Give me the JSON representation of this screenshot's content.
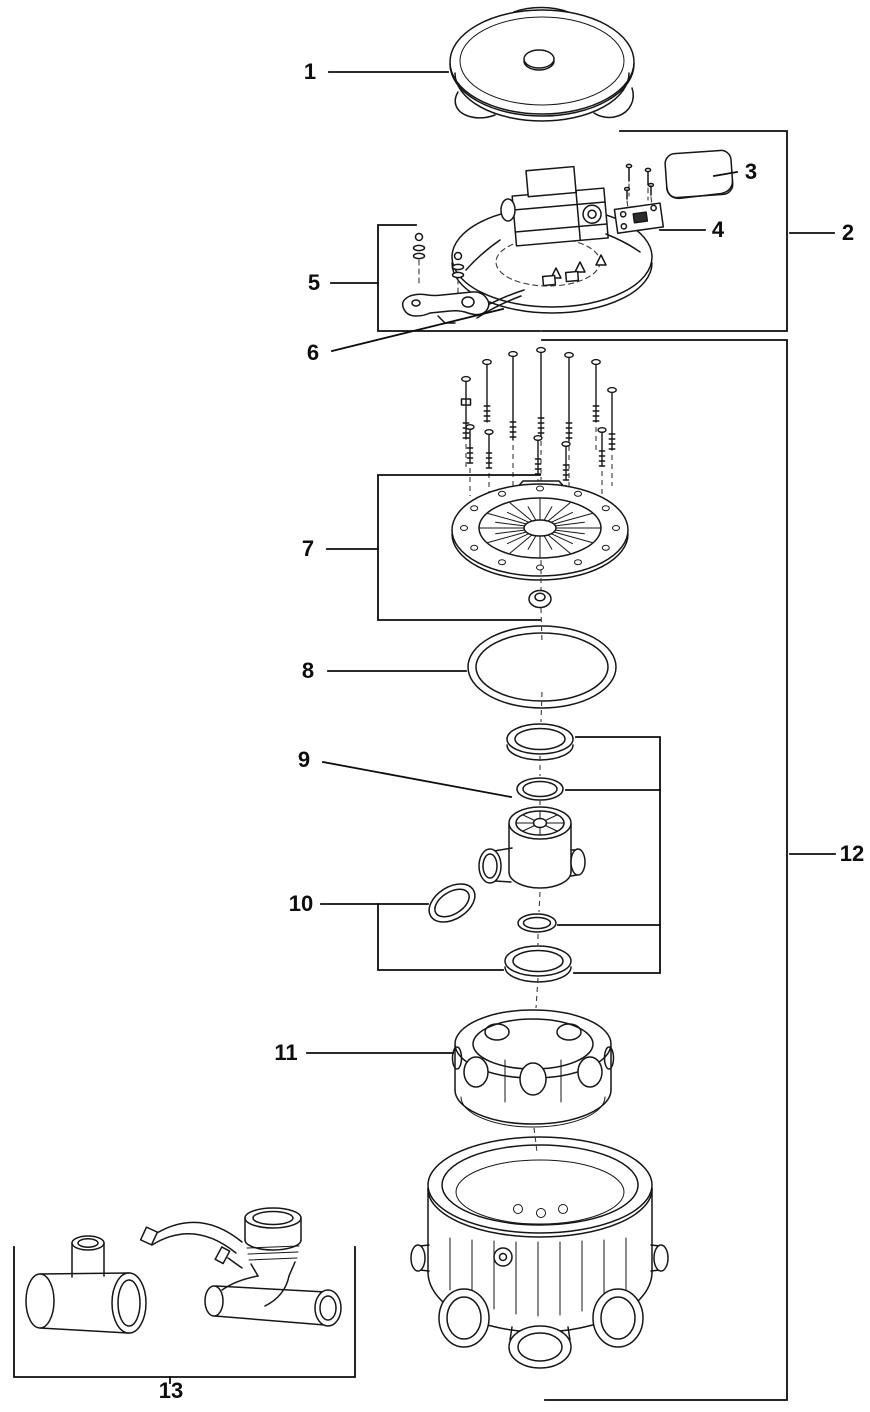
{
  "diagram": {
    "type": "exploded-parts-diagram",
    "background_color": "#ffffff",
    "line_color": "#161616",
    "labels": [
      "1",
      "2",
      "3",
      "4",
      "5",
      "6",
      "7",
      "8",
      "9",
      "10",
      "11",
      "12",
      "13"
    ]
  }
}
